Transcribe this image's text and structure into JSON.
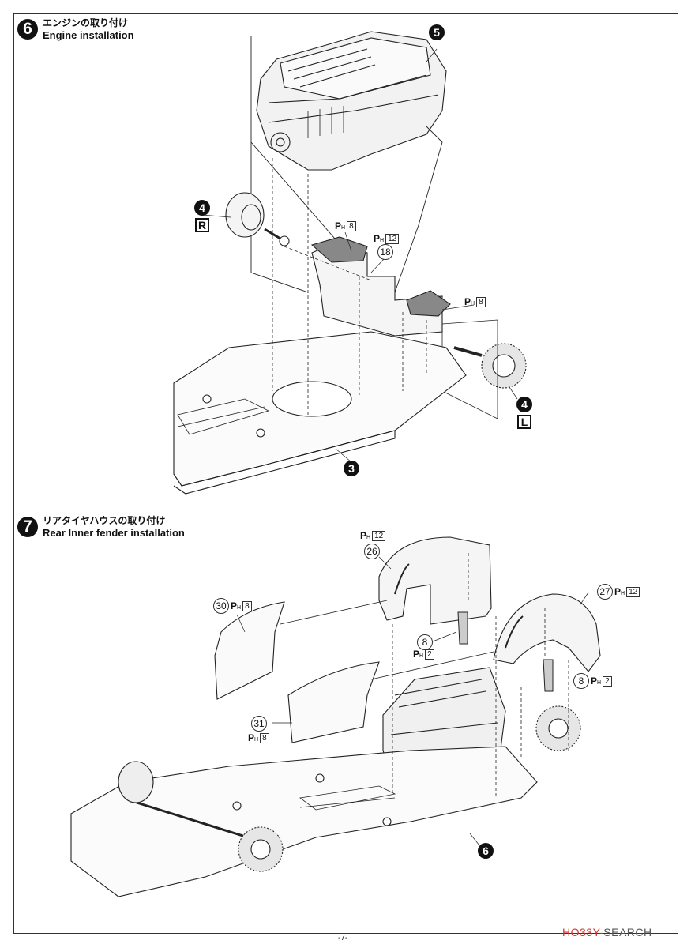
{
  "steps": [
    {
      "number": "6",
      "title_jp": "エンジンの取り付け",
      "title_en": "Engine installation"
    },
    {
      "number": "7",
      "title_jp": "リアタイヤハウスの取り付け",
      "title_en": "Rear Inner fender installation"
    }
  ],
  "paint_prefix": {
    "p": "P",
    "h": "H"
  },
  "step6_callouts": {
    "engine_part": "5",
    "hub_r_part": "4",
    "hub_r_side": "R",
    "paint_a": "8",
    "paint_b": "12",
    "part_18": "18",
    "paint_c": "8",
    "hub_l_part": "4",
    "hub_l_side": "L",
    "chassis_part": "3"
  },
  "step7_callouts": {
    "paint_26": "12",
    "part_26": "26",
    "part_30": "30",
    "paint_30": "8",
    "part_8a": "8",
    "paint_8a": "2",
    "part_27": "27",
    "paint_27": "12",
    "part_8b": "8",
    "paint_8b": "2",
    "part_31": "31",
    "paint_31": "8",
    "assembly_part": "6"
  },
  "footer": {
    "page": "-7-"
  },
  "watermark": {
    "brand_a": "HO33Y",
    "brand_b": "-SEARCH",
    "colors": {
      "accent": "#d8342c"
    }
  }
}
